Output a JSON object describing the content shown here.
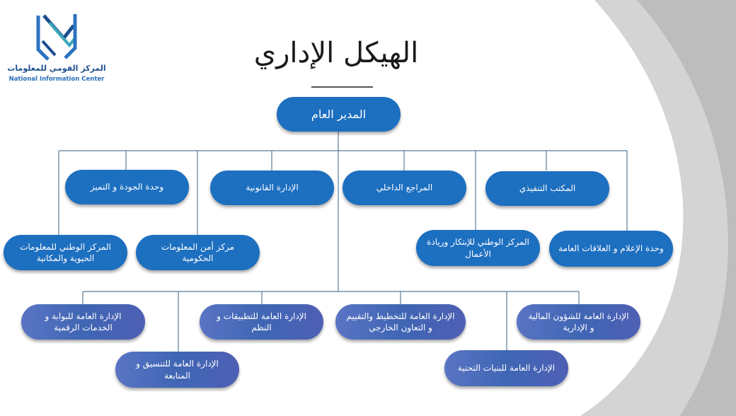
{
  "logo": {
    "name_ar": "المركز القومي للمعلومات",
    "name_en": "National Information Center",
    "mark_icon": "nic-chevron-logo-icon"
  },
  "title": "الهيكل الإداري",
  "colors": {
    "node_blue": "#1d6fc0",
    "node_gradient_start": "#5a74c4",
    "node_gradient_end": "#4e5fb4",
    "connector": "#5b7c99",
    "background_swoosh": "#d9d9d9"
  },
  "org": {
    "root": "المدير العام",
    "tier1": [
      "المكتب التنفيذي",
      "المراجع الداخلي",
      "الإدارة القانونية",
      "وحدة الجودة و التميز"
    ],
    "tier2": [
      "وحدة الإعلام  و العلاقات العامة",
      "المركز الوطني للإبتكار وريادة الأعمال",
      "مركز أمن المعلومات الحكومية",
      "المركز الوطني للمعلومات الحيوية والمكانية"
    ],
    "general_directorates": [
      "الإدارة العامة للشؤون المالية و الإدارية",
      "الإدارة العامة للتخطيط والتقييم و التعاون الخارجي",
      "الإدارة العامة للتطبيقات و النظم",
      "الإدارة العامة للبوابة و الخدمات الرقمية",
      "الإدارة العامة للبنيات التحتية",
      "الإدارة العامة للتنسيق و المتابعة"
    ]
  }
}
